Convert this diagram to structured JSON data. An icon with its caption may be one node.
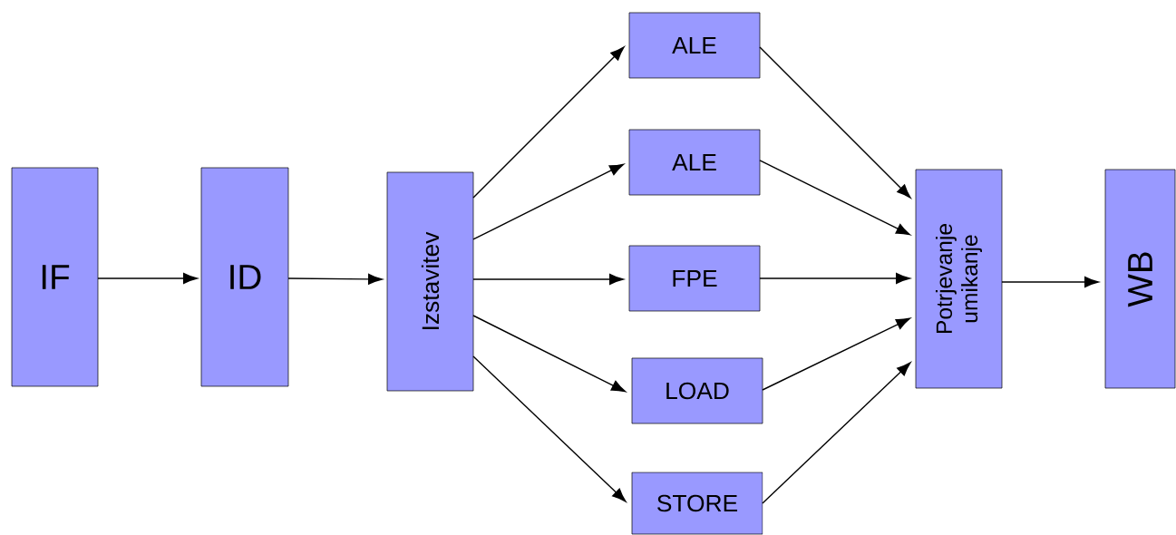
{
  "diagram": {
    "nodes": [
      {
        "text": [
          "IF"
        ]
      },
      {
        "text": [
          "ID"
        ]
      },
      {
        "text": [
          "Izstavitev"
        ]
      },
      {
        "text": [
          "ALE"
        ]
      },
      {
        "text": [
          "ALE"
        ]
      },
      {
        "text": [
          "FPE"
        ]
      },
      {
        "text": [
          "LOAD"
        ]
      },
      {
        "text": [
          "STORE"
        ]
      },
      {
        "text": [
          "Potrjevanje umikanje"
        ]
      },
      {
        "text": [
          "WB"
        ]
      }
    ],
    "edges": [
      {
        "from": 0,
        "to": 1,
        "arrow": "to"
      },
      {
        "from": 1,
        "to": 2,
        "arrow": "to"
      },
      {
        "from": 2,
        "to": 3,
        "arrow": "to"
      },
      {
        "from": 2,
        "to": 4,
        "arrow": "to"
      },
      {
        "from": 2,
        "to": 5,
        "arrow": "to"
      },
      {
        "from": 2,
        "to": 6,
        "arrow": "to"
      },
      {
        "from": 2,
        "to": 7,
        "arrow": "to"
      },
      {
        "from": 3,
        "to": 8,
        "arrow": "to"
      },
      {
        "from": 4,
        "to": 8,
        "arrow": "to"
      },
      {
        "from": 5,
        "to": 8,
        "arrow": "to"
      },
      {
        "from": 6,
        "to": 8,
        "arrow": "to"
      },
      {
        "from": 7,
        "to": 8,
        "arrow": "to"
      },
      {
        "from": 8,
        "to": 9,
        "arrow": "to"
      }
    ]
  }
}
